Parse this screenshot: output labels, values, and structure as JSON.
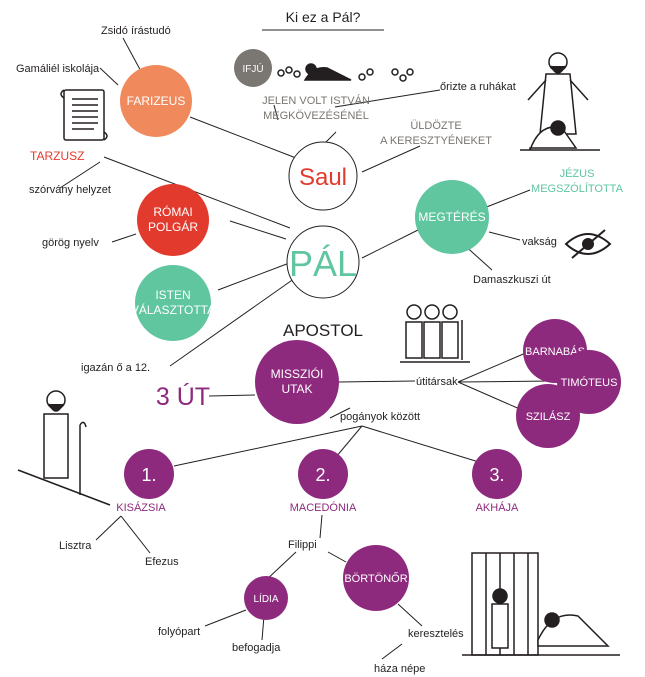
{
  "title": "Ki ez a Pál?",
  "colors": {
    "orange": "#f08a5d",
    "red": "#e23a2c",
    "teal": "#5fc6a0",
    "purple": "#8e2a7e",
    "gray": "#7a7671",
    "dark": "#231f20"
  },
  "nodes": {
    "farizeus": "FARIZEUS",
    "ifju": "IFJÚ",
    "saul": "Saul",
    "pal": "PÁL",
    "romai_polgar": [
      "RÓMAI",
      "POLGÁR"
    ],
    "megteres": "MEGTÉRÉS",
    "isten_valasztotta": [
      "ISTEN",
      "VÁLASZTOTTA"
    ],
    "apostol": "APOSTOL",
    "missziói_utak": [
      "MISSZIÓI",
      "UTAK"
    ],
    "harom_ut": "3 ÚT",
    "barnabas": "BARNABÁS",
    "timoteus": "TIMÓTEUS",
    "szilasz": "SZILÁSZ",
    "one": "1.",
    "two": "2.",
    "three": "3.",
    "lidia": "LÍDIA",
    "bortonor": "BÖRTÖNŐR"
  },
  "labels": {
    "zsido_irastudo": "Zsidó írástudó",
    "gamaliel": "Gamáliél iskolája",
    "tarzusz": "TARZUSZ",
    "szorvany": "szórvány helyzet",
    "gorog_nyelv": "görög nyelv",
    "igazan": "igazán ő a 12.",
    "jelen_volt_1": "JELEN VOLT ISTVÁN",
    "jelen_volt_2": "MEGKÖVEZÉSÉNÉL",
    "orizte": "őrizte a ruhákat",
    "uldozte_1": "ÜLDÖZTE",
    "uldozte_2": "A KERESZTYÉNEKET",
    "jezus_1": "JÉZUS",
    "jezus_2": "MEGSZÓLÍTOTTA",
    "vaksag": "vakság",
    "damaszkuszi": "Damaszkuszi út",
    "utitarsak": "útitársak",
    "poganyok": "pogányok között",
    "kisazsia": "KISÁZSIA",
    "macedonia": "MACEDÓNIA",
    "akhaja": "AKHÁJA",
    "lisztra": "Lisztra",
    "efezus": "Efezus",
    "filippi": "Filippi",
    "folyopart": "folyópart",
    "befogadja": "befogadja",
    "keresztelés": "keresztelés",
    "haza_nepe": "háza népe"
  }
}
